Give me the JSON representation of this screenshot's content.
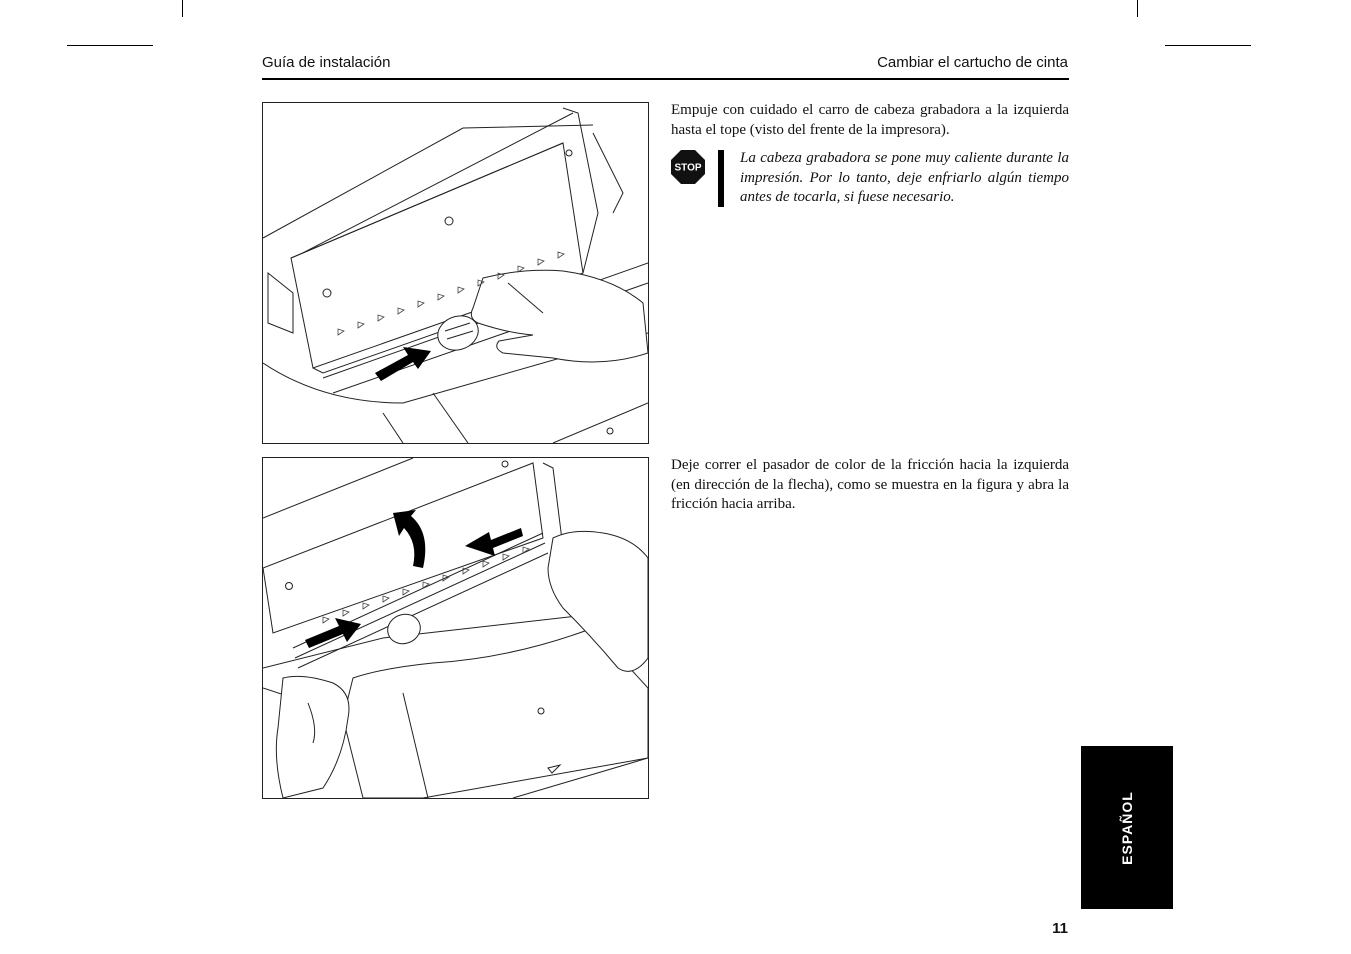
{
  "header": {
    "left_title": "Guía de instalación",
    "right_title": "Cambiar el cartucho de cinta"
  },
  "figures": [
    {
      "icon": "printer-carriage-push-left-illustration"
    },
    {
      "icon": "printer-friction-lever-open-illustration"
    }
  ],
  "step1": {
    "text": "Empuje con cuidado el carro de cabeza grabadora a la izquierda hasta el tope (visto del frente de la impresora)."
  },
  "warning": {
    "icon_label": "STOP",
    "text": "La cabeza grabadora se pone muy caliente durante la impresión. Por lo tanto, deje enfriarlo algún tiempo antes de tocarla, si fuese necesario."
  },
  "step2": {
    "text": "Deje correr el pasador de color de la fricción hacia la izquierda (en dirección de la flecha), como se muestra en la figura y abra la fricción hacia arriba."
  },
  "language_tab": {
    "label": "ESPAÑOL"
  },
  "page_number": "11"
}
